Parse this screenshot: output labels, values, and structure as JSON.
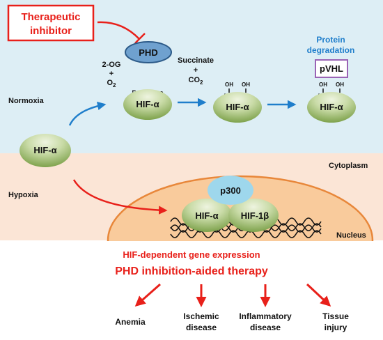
{
  "inhibitor": {
    "line1": "Therapeutic",
    "line2": "inhibitor"
  },
  "phd": "PHD",
  "cofactors": {
    "og": "2-OG",
    "plus": "+",
    "o2": "O",
    "o2_sub": "2"
  },
  "products": {
    "succ": "Succinate",
    "plus": "+",
    "co2": "CO",
    "co2_sub": "2"
  },
  "regions": {
    "normoxia": "Normoxia",
    "hypoxia": "Hypoxia",
    "cytoplasm": "Cytoplasm",
    "nucleus": "Nucleus"
  },
  "hif_a": "HIF-α",
  "pro": "Pro",
  "oh": "OH",
  "protein_degradation": {
    "line1": "Protein",
    "line2": "degradation"
  },
  "pvhl": "pVHL",
  "p300": "p300",
  "hif_1b": "HIF-1β",
  "gene_expression": "HIF-dependent gene expression",
  "therapy": "PHD inhibition-aided therapy",
  "outcomes": {
    "anemia": "Anemia",
    "ischemic": {
      "line1": "Ischemic",
      "line2": "disease"
    },
    "inflammatory": {
      "line1": "Inflammatory",
      "line2": "disease"
    },
    "tissue": {
      "line1": "Tissue",
      "line2": "injury"
    }
  },
  "colors": {
    "normoxia_bg": "#ddeef5",
    "hypoxia_bg": "#fbe5d6",
    "nucleus_fill": "#f9cb9c",
    "nucleus_stroke": "#e8873a",
    "red": "#e8201a",
    "blue": "#1f7ecb",
    "phd_fill": "#6fa1cf",
    "p300_fill": "#9ed7ec",
    "pvhl_border": "#9a63b5",
    "green_light": "#e8f0d8",
    "green_dark": "#7ea24c"
  }
}
